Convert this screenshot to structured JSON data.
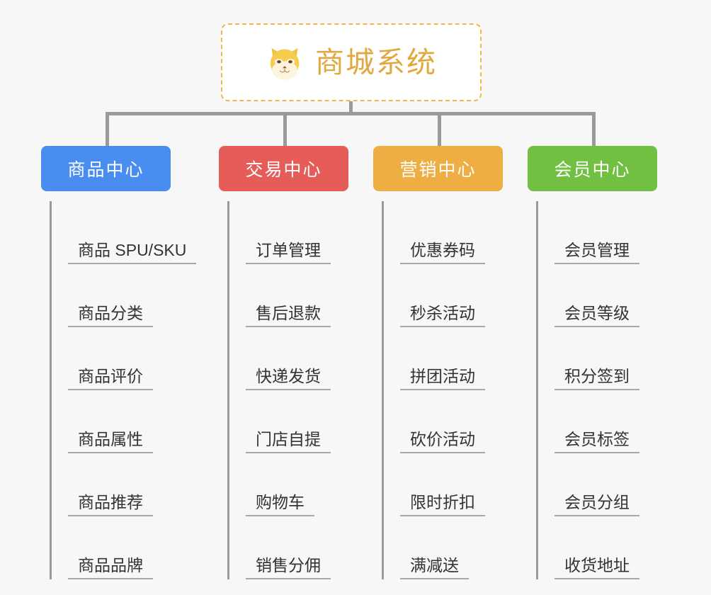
{
  "page": {
    "background_color": "#f7f7f7",
    "type": "mindmap"
  },
  "root": {
    "title": "商城系统",
    "icon": "shiba-dog-face-emoji",
    "text_color": "#e0a93f",
    "border_color": "#f0b750",
    "background_color": "#ffffff"
  },
  "connector": {
    "color": "#9a9a9a"
  },
  "branches": [
    {
      "title": "商品中心",
      "color": "#4a8df0",
      "items": [
        "商品 SPU/SKU",
        "商品分类",
        "商品评价",
        "商品属性",
        "商品推荐",
        "商品品牌"
      ]
    },
    {
      "title": "交易中心",
      "color": "#e65c58",
      "items": [
        "订单管理",
        "售后退款",
        "快递发货",
        "门店自提",
        "购物车",
        "销售分佣"
      ]
    },
    {
      "title": "营销中心",
      "color": "#eeae43",
      "items": [
        "优惠券码",
        "秒杀活动",
        "拼团活动",
        "砍价活动",
        "限时折扣",
        "满减送"
      ]
    },
    {
      "title": "会员中心",
      "color": "#72c041",
      "items": [
        "会员管理",
        "会员等级",
        "积分签到",
        "会员标签",
        "会员分组",
        "收货地址"
      ]
    }
  ]
}
